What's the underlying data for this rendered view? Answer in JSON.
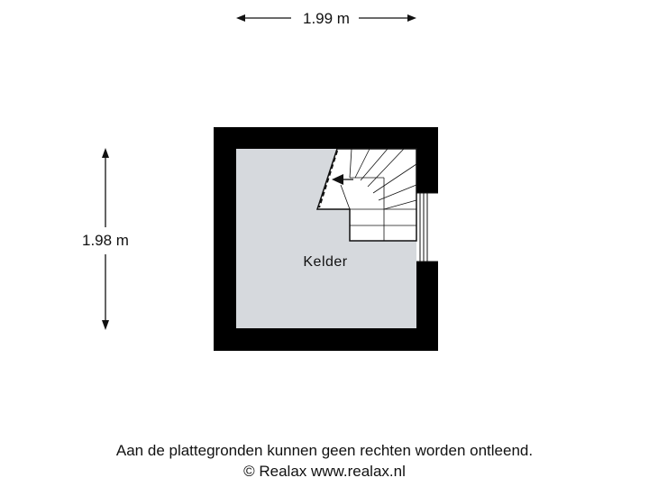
{
  "dimensions": {
    "width_label": "1.99 m",
    "height_label": "1.98 m"
  },
  "room": {
    "name": "Kelder"
  },
  "footer": {
    "disclaimer": "Aan de plattegronden kunnen geen rechten worden ontleend.",
    "credit": "© Realax www.realax.nl"
  },
  "colors": {
    "wall": "#000000",
    "floor": "#d6d9dd",
    "line": "#111111"
  }
}
